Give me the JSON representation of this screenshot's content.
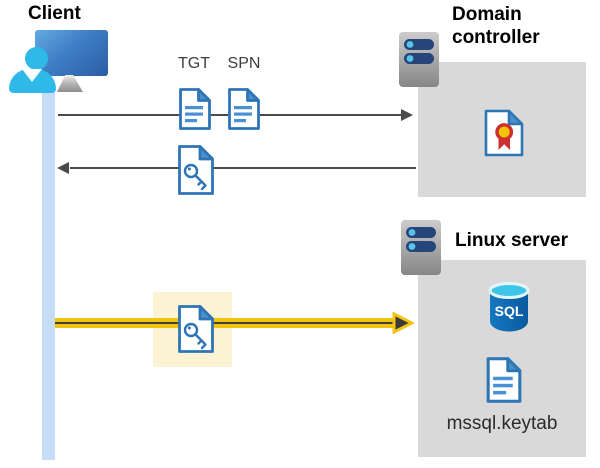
{
  "client": {
    "label": "Client"
  },
  "tickets": {
    "tgt": "TGT",
    "spn": "SPN"
  },
  "dc": {
    "title": "Domain controller"
  },
  "linux": {
    "title": "Linux server",
    "sql": "SQL",
    "keytab": "mssql.keytab"
  },
  "icons": {
    "client": "client-workstation-icon",
    "server": "server-icon",
    "document": "ticket-document-icon",
    "key_document": "service-ticket-key-icon",
    "certificate": "certificate-icon",
    "sql_database": "sql-database-icon"
  },
  "colors": {
    "doc_border": "#2E75B6",
    "doc_fold": "#4E8FCB",
    "doc_lines": "#4A90D2",
    "gray_box": "#D9D9D9",
    "lifeline": "#C5DDF7",
    "arrow_gray": "#4A4A4A",
    "arrow_gold": "#F2C410",
    "highlight_box": "#FBF3D4",
    "sql_blue": "#0E63AE",
    "person_cyan": "#2EB9E9",
    "cert_red": "#CC2F2F",
    "cert_yellow": "#F5C400",
    "server_pill_navy": "#26457A"
  }
}
